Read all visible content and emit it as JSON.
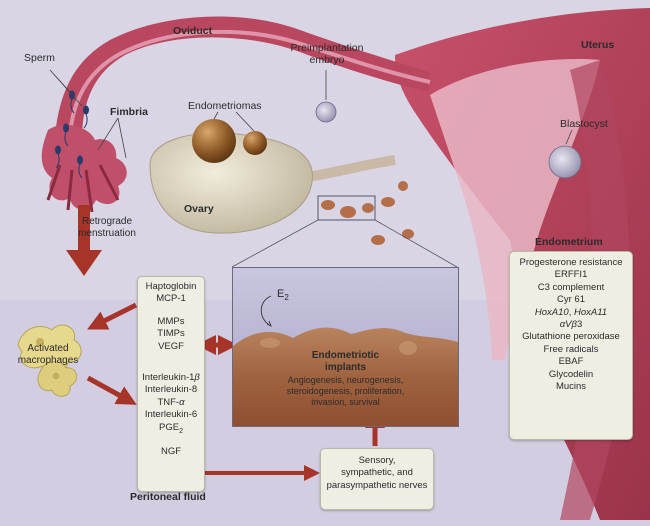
{
  "labels": {
    "sperm": "Sperm",
    "oviduct": "Oviduct",
    "preimplantation_embryo_line1": "Preimplantation",
    "preimplantation_embryo_line2": "embryo",
    "uterus": "Uterus",
    "fimbria": "Fimbria",
    "endometriomas": "Endometriomas",
    "blastocyst": "Blastocyst",
    "ovary": "Ovary",
    "retrograde_line1": "Retrograde",
    "retrograde_line2": "menstruation",
    "endometrium": "Endometrium",
    "activated_line1": "Activated",
    "activated_line2": "macrophages",
    "peritoneal_fluid": "Peritoneal fluid",
    "e2_base": "E",
    "e2_sub": "2"
  },
  "implant": {
    "title_line1": "Endometriotic",
    "title_line2": "implants",
    "desc_line1": "Angiogenesis, neurogenesis,",
    "desc_line2": "steroidogenesis, proliferation,",
    "desc_line3": "invasion, survival"
  },
  "peritoneal_factors": {
    "group1": [
      "Haptoglobin",
      "MCP-1"
    ],
    "group2": [
      "MMPs",
      "TIMPs",
      "VEGF"
    ],
    "group3_il1_base": "Interleukin-1",
    "group3_il1_greek": "β",
    "group3": [
      "Interleukin-8",
      "Interleukin-6"
    ],
    "tnf_base": "TNF-",
    "tnf_greek": "α",
    "pge_base": "PGE",
    "pge_sub": "2",
    "ngf": "NGF"
  },
  "endometrium_factors": {
    "items1": [
      "Progesterone resistance",
      "ERFFI1",
      "C3 complement",
      "Cyr 61"
    ],
    "hox_a": "HoxA10",
    "hox_sep": ", ",
    "hox_b": "HoxA11",
    "alpha_v_prefix": "αV",
    "alpha_v_b": "β",
    "alpha_v_suffix": "3",
    "items2": [
      "Glutathione peroxidase",
      "Free radicals",
      "EBAF",
      "Glycodelin",
      "Mucins"
    ]
  },
  "nerves": {
    "line1": "Sensory,",
    "line2": "sympathetic, and",
    "line3": "parasympathetic nerves"
  },
  "colors": {
    "background": "#d8d4e4",
    "tissue": "#b2435a",
    "tissue_dark": "#8a2a3e",
    "panel": "#efeee3",
    "arrow": "#a63428",
    "ovary": "#ddd6c0",
    "endometrioma": "#8a5a2a"
  }
}
